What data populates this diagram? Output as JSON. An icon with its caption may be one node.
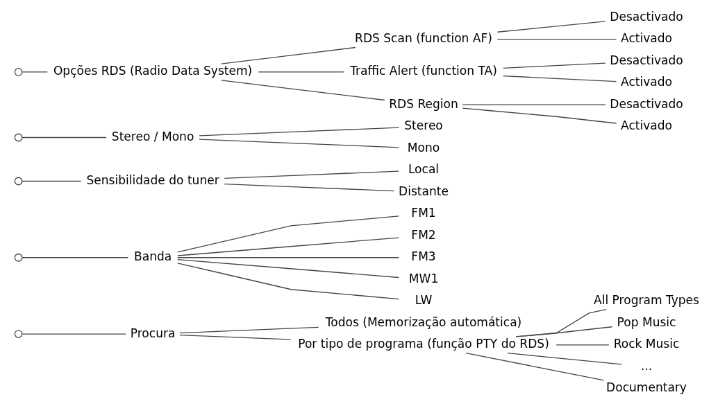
{
  "diagram": {
    "nodes": [
      {
        "text": [
          "Procura"
        ]
      },
      {
        "text": [
          "Todos (Memorização automática)"
        ]
      },
      {
        "text": [
          "Por tipo de programa (função PTY do RDS)"
        ]
      },
      {
        "text": [
          "All Program Types"
        ]
      },
      {
        "text": [
          "Pop Music"
        ]
      },
      {
        "text": [
          "Rock Music"
        ]
      },
      {
        "text": [
          "..."
        ]
      },
      {
        "text": [
          "Documentary"
        ]
      },
      {
        "text": [
          "Banda"
        ]
      },
      {
        "text": [
          "FM1"
        ]
      },
      {
        "text": [
          "FM2"
        ]
      },
      {
        "text": [
          "FM3"
        ]
      },
      {
        "text": [
          "MW1"
        ]
      },
      {
        "text": [
          "LW"
        ]
      },
      {
        "text": [
          "Sensibilidade do tuner"
        ]
      },
      {
        "text": [
          "Local"
        ]
      },
      {
        "text": [
          "Distante"
        ]
      },
      {
        "text": [
          "Stereo / Mono"
        ]
      },
      {
        "text": [
          "Stereo"
        ]
      },
      {
        "text": [
          "Mono"
        ]
      },
      {
        "text": [
          "Opções RDS (Radio Data System)"
        ]
      },
      {
        "text": [
          "RDS Scan (function AF)"
        ]
      },
      {
        "text": [
          "Desactivado"
        ]
      },
      {
        "text": [
          "Activado"
        ]
      },
      {
        "text": [
          "Traffic Alert (function TA)"
        ]
      },
      {
        "text": [
          "Desactivado"
        ]
      },
      {
        "text": [
          "Activado"
        ]
      },
      {
        "text": [
          "RDS Region"
        ]
      },
      {
        "text": [
          "Desactivado"
        ]
      },
      {
        "text": [
          "Activado"
        ]
      }
    ],
    "edges": [
      {
        "from": null,
        "to": 0,
        "arrow": "other"
      },
      {
        "from": 0,
        "to": 1,
        "arrow": "none"
      },
      {
        "from": 0,
        "to": 2,
        "arrow": "none"
      },
      {
        "from": 2,
        "to": 3,
        "arrow": "none"
      },
      {
        "from": 2,
        "to": 4,
        "arrow": "none"
      },
      {
        "from": 2,
        "to": 5,
        "arrow": "none"
      },
      {
        "from": 2,
        "to": 6,
        "arrow": "none"
      },
      {
        "from": 2,
        "to": 7,
        "arrow": "none"
      },
      {
        "from": null,
        "to": 8,
        "arrow": "other"
      },
      {
        "from": 8,
        "to": 9,
        "arrow": "none"
      },
      {
        "from": 8,
        "to": 10,
        "arrow": "none"
      },
      {
        "from": 8,
        "to": 11,
        "arrow": "none"
      },
      {
        "from": 8,
        "to": 12,
        "arrow": "none"
      },
      {
        "from": 8,
        "to": 13,
        "arrow": "none"
      },
      {
        "from": null,
        "to": 14,
        "arrow": "other"
      },
      {
        "from": 14,
        "to": 15,
        "arrow": "none"
      },
      {
        "from": 14,
        "to": 16,
        "arrow": "none"
      },
      {
        "from": null,
        "to": 17,
        "arrow": "other"
      },
      {
        "from": 17,
        "to": 18,
        "arrow": "none"
      },
      {
        "from": 17,
        "to": 19,
        "arrow": "none"
      },
      {
        "from": null,
        "to": 20,
        "arrow": "other"
      },
      {
        "from": 20,
        "to": 21,
        "arrow": "none"
      },
      {
        "from": 21,
        "to": 22,
        "arrow": "none"
      },
      {
        "from": 21,
        "to": 23,
        "arrow": "none"
      },
      {
        "from": 20,
        "to": 24,
        "arrow": "none"
      },
      {
        "from": 24,
        "to": 25,
        "arrow": "none"
      },
      {
        "from": 24,
        "to": 26,
        "arrow": "none"
      },
      {
        "from": 20,
        "to": 27,
        "arrow": "none"
      },
      {
        "from": 27,
        "to": 28,
        "arrow": "none"
      },
      {
        "from": 27,
        "to": 29,
        "arrow": "none"
      }
    ]
  }
}
